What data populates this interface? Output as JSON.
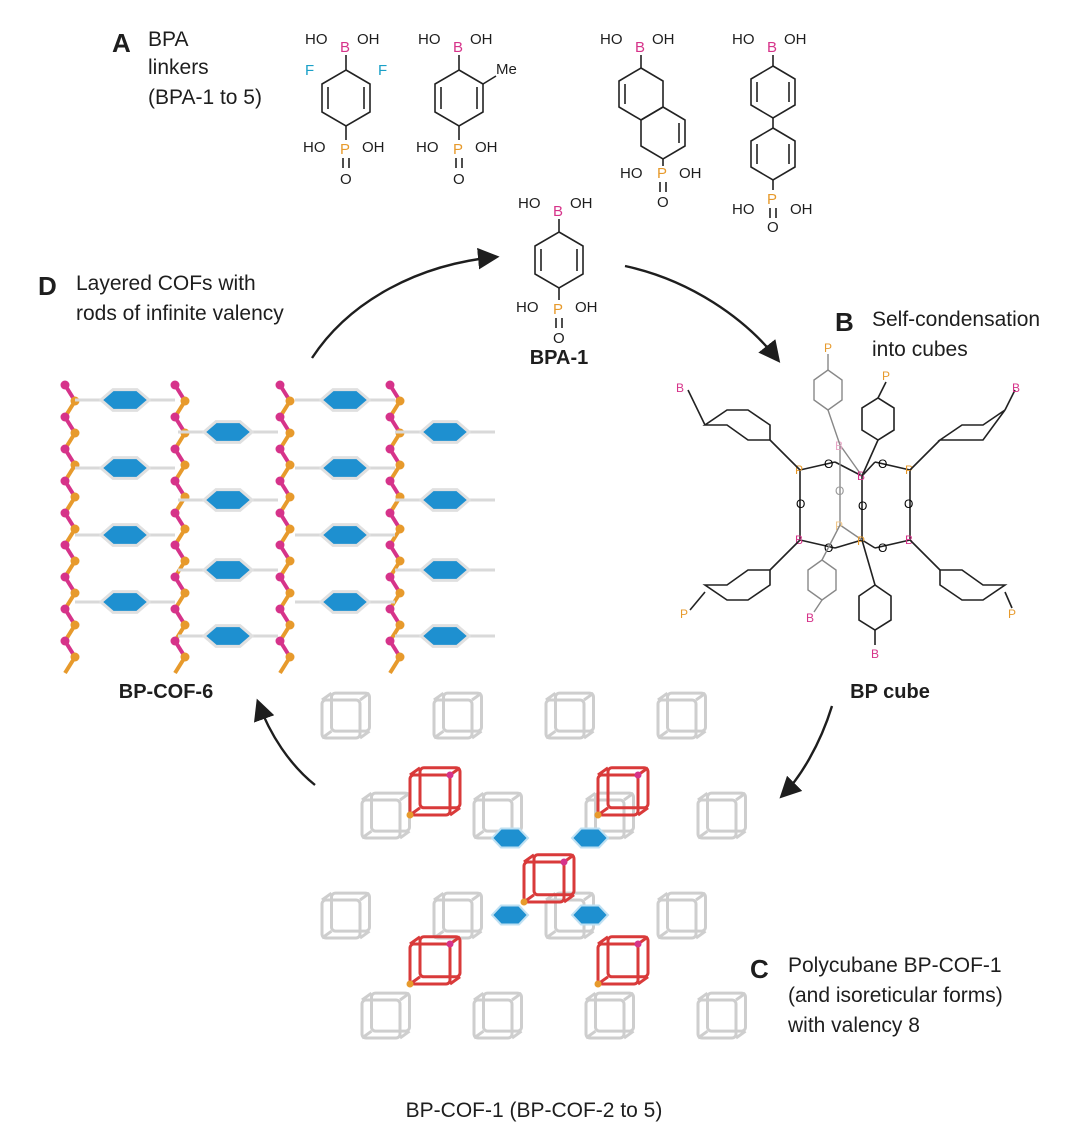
{
  "panel_a": {
    "letter": "A",
    "label_lines": [
      "BPA",
      "linkers",
      "(BPA-1 to 5)"
    ]
  },
  "panel_b": {
    "letter": "B",
    "label_lines": [
      "Self-condensation",
      "into cubes"
    ],
    "structure_name": "BP cube"
  },
  "panel_c": {
    "letter": "C",
    "label_lines": [
      "Polycubane BP-COF-1",
      "(and isoreticular forms)",
      "with valency 8"
    ],
    "structure_name": "BP-COF-1 (BP-COF-2 to 5)"
  },
  "panel_d": {
    "letter": "D",
    "label_lines": [
      "Layered COFs with",
      "rods of infinite valency"
    ],
    "structure_name": "BP-COF-6"
  },
  "center": {
    "structure_name": "BPA-1"
  },
  "atoms": {
    "boron": "B",
    "phosphorus": "P",
    "oxygen": "O",
    "fluorine": "F",
    "hydroxyl": "OH",
    "hydroxyl_left": "HO",
    "methyl": "Me"
  },
  "colors": {
    "boron": "#d6338a",
    "phosphorus": "#e79a2c",
    "fluorine": "#1aa0c7",
    "oxygen_framework": "#d93a3a",
    "aromatic_fill": "#1e90d0",
    "framework_gray": "#c9c9c9",
    "text": "#1e1e1e"
  }
}
